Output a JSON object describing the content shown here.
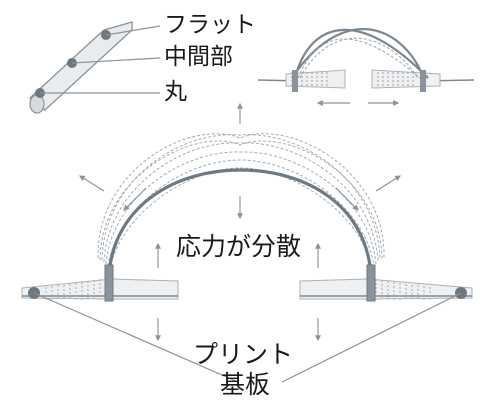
{
  "labels": {
    "flat": "フラット",
    "middle": "中間部",
    "round": "丸",
    "stress": "応力が分散",
    "pcb": "プリント",
    "pcb2": "基板"
  },
  "colors": {
    "wire": "#7d8790",
    "wire_dark": "#5e6870",
    "wire_light": "#aab2b9",
    "fill": "#e4e7ea",
    "arrow": "#8c959d"
  }
}
